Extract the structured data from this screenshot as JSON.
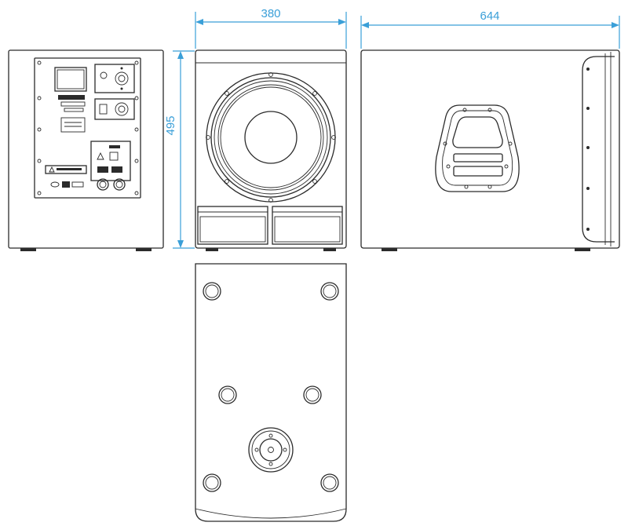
{
  "colors": {
    "dimension": "#3a9fd8",
    "outline": "#2b2b2b"
  },
  "dimensions": {
    "depth": "380",
    "length": "644",
    "height": "495"
  }
}
